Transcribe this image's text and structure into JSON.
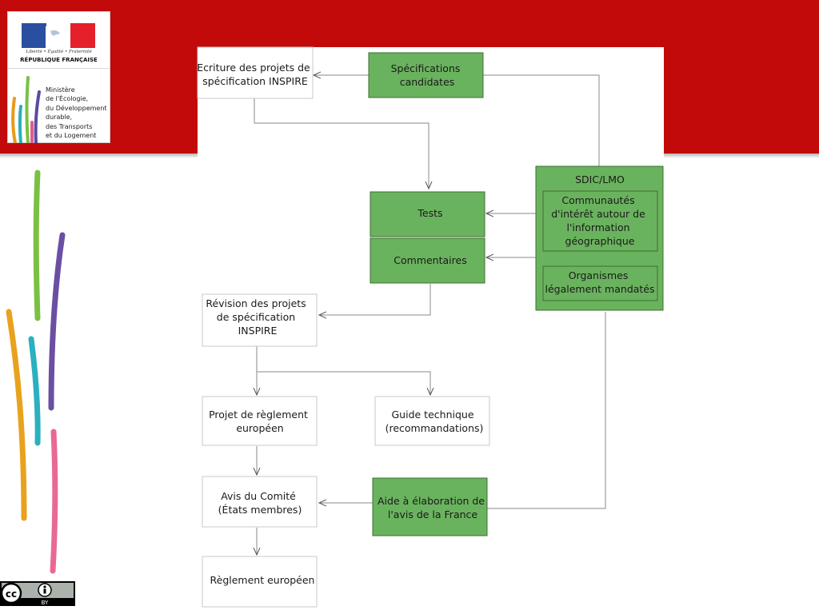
{
  "logo": {
    "motto": "Liberté • Égalité • Fraternité",
    "republic": "RÉPUBLIQUE FRANÇAISE",
    "ministry": [
      "Ministère",
      "de l'Écologie,",
      "du Développement",
      "durable,",
      "des Transports",
      "et du Logement"
    ]
  },
  "colors": {
    "header_red": "#c20a0a",
    "box_green": "#6ab35e",
    "box_border_dark": "#3d6e33"
  },
  "license": {
    "badge": "cc-by-icon",
    "label": "BY"
  },
  "diagram": {
    "nodes": {
      "ecriture": {
        "lines": [
          "Ecriture des projets de",
          "spécification INSPIRE"
        ]
      },
      "specs_candidates": {
        "lines": [
          "Spécifications",
          "candidates"
        ]
      },
      "tests": {
        "lines": [
          "Tests"
        ]
      },
      "commentaires": {
        "lines": [
          "Commentaires"
        ]
      },
      "sdic_title": {
        "lines": [
          "SDIC/LMO"
        ]
      },
      "communautes": {
        "lines": [
          "Communautés",
          "d'intérêt autour de",
          "l'information",
          "géographique"
        ]
      },
      "organismes": {
        "lines": [
          "Organismes",
          "légalement mandatés"
        ]
      },
      "revision": {
        "lines": [
          "Révision des projets",
          "de spécification",
          "INSPIRE"
        ]
      },
      "projet_reglement": {
        "lines": [
          "Projet de règlement",
          "européen"
        ]
      },
      "guide": {
        "lines": [
          "Guide technique",
          "(recommandations)"
        ]
      },
      "avis_comite": {
        "lines": [
          "Avis du Comité",
          "(États membres)"
        ]
      },
      "aide": {
        "lines": [
          "Aide à élaboration de",
          "l'avis de la France"
        ]
      },
      "reglement": {
        "lines": [
          "Règlement européen"
        ]
      }
    }
  }
}
